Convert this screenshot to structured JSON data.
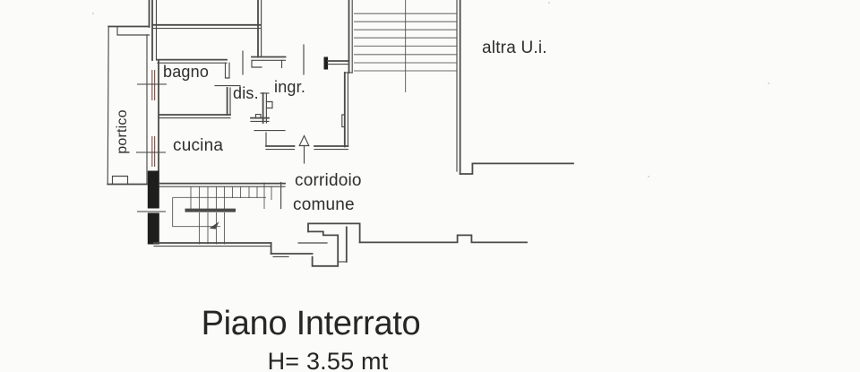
{
  "colors": {
    "bg": "#fbfbf9",
    "line": "#4a4a47",
    "text": "#2e2e2d",
    "window_mark": "#8a5a50",
    "wall_fill": "#1e1e1c"
  },
  "labels": {
    "bagno": "bagno",
    "dis": "dis.",
    "ingr": "ingr.",
    "portico": "portico",
    "cucina": "cucina",
    "altra_ui": "altra U.i.",
    "corridoio_line1": "corridoio",
    "corridoio_line2": "comune"
  },
  "caption": {
    "title": "Piano Interrato",
    "height_note": "H= 3.55 mt"
  }
}
